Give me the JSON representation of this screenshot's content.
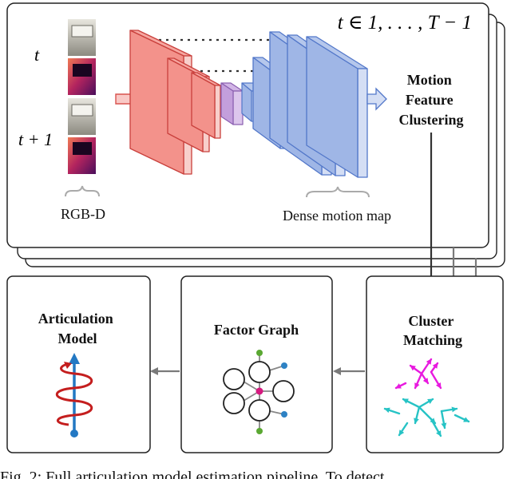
{
  "pipeline": {
    "time_range": "t ∈ 1, . . . , T − 1",
    "frame_label_t": "t",
    "frame_label_t1": "t + 1",
    "rgbd_label": "RGB-D",
    "dense_label": "Dense motion map",
    "clustering_lines": [
      "Motion",
      "Feature",
      "Clustering"
    ]
  },
  "stages": {
    "matching_lines": [
      "Cluster",
      "Matching"
    ],
    "factor_graph": "Factor Graph",
    "articulation_lines": [
      "Articulation",
      "Model"
    ]
  },
  "caption": "Fig. 2: Full articulation model estimation pipeline. To detect"
}
